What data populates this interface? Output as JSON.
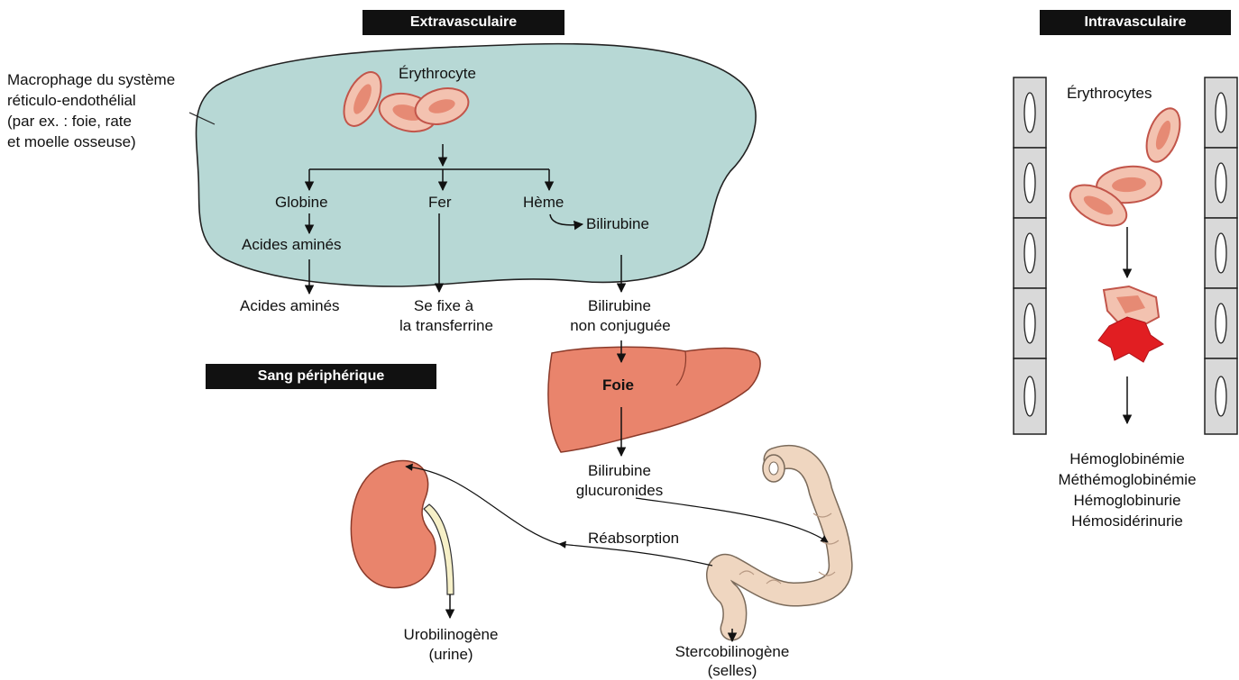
{
  "sections": {
    "extravascular": "Extravasculaire",
    "intravascular": "Intravasculaire",
    "peripheral_blood": "Sang périphérique"
  },
  "macrophage": {
    "line1": "Macrophage du système",
    "line2": "réticulo-endothélial",
    "line3": "(par ex. : foie, rate",
    "line4": "et moelle osseuse)"
  },
  "erythrocyte": "Érythrocyte",
  "products": {
    "globin": "Globine",
    "iron": "Fer",
    "heme": "Hème",
    "bilirubin": "Bilirubine",
    "amino_acids_inner": "Acides aminés",
    "amino_acids_outer": "Acides aminés",
    "transferrin_line1": "Se fixe à",
    "transferrin_line2": "la transferrine",
    "unconjugated_line1": "Bilirubine",
    "unconjugated_line2": "non conjuguée"
  },
  "liver": "Foie",
  "glucuronides": {
    "line1": "Bilirubine",
    "line2": "glucuronides"
  },
  "reabsorption": "Réabsorption",
  "urobilinogen": {
    "line1": "Urobilinogène",
    "line2": "(urine)"
  },
  "stercobilinogen": {
    "line1": "Stercobilinogène",
    "line2": "(selles)"
  },
  "intravascular": {
    "erythrocytes": "Érythrocytes",
    "outcomes": [
      "Hémoglobinémie",
      "Méthémoglobinémie",
      "Hémoglobinurie",
      "Hémosidérinurie"
    ]
  },
  "colors": {
    "macrophage_fill": "#b7d8d5",
    "cell_fill": "#f3c2b0",
    "cell_stroke": "#c2554a",
    "organ_fill": "#e9846c",
    "colon_fill": "#efd6c0",
    "blood": "#e11e22"
  }
}
